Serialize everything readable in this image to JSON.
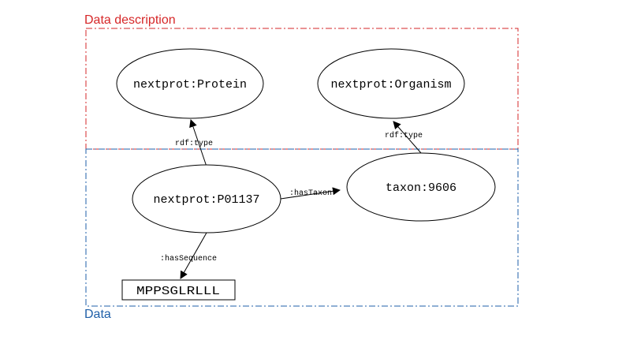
{
  "regions": {
    "description": {
      "label": "Data description",
      "color": "#d62728"
    },
    "data": {
      "label": "Data",
      "color": "#1f5fa8"
    }
  },
  "nodes": {
    "protein": {
      "label": "nextprot:Protein"
    },
    "organism": {
      "label": "nextprot:Organism"
    },
    "entry": {
      "label": "nextprot:P01137"
    },
    "taxon": {
      "label": "taxon:9606"
    },
    "sequence": {
      "label": "MPPSGLRLLL"
    }
  },
  "edges": {
    "entry_type": {
      "label": "rdf:type"
    },
    "taxon_type": {
      "label": "rdf:type"
    },
    "has_taxon": {
      "label": ":hasTaxon"
    },
    "has_sequence": {
      "label": ":hasSequence"
    }
  }
}
